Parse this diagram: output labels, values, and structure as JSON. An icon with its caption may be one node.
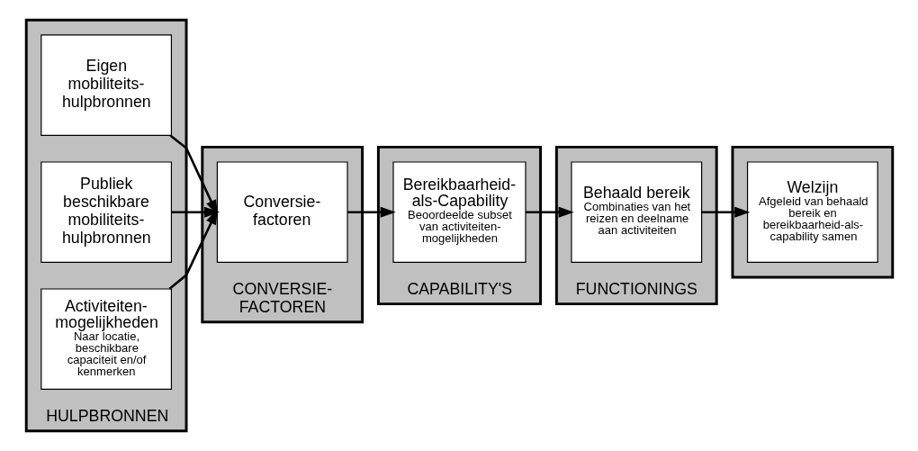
{
  "diagram": {
    "nodes": [
      {
        "text": [
          "HULPBRONNEN"
        ]
      },
      {
        "text": [
          "Eigen mobiliteits-hulpbronnen"
        ],
        "in": 0
      },
      {
        "text": [
          "Publiek beschikbare mobiliteits-hulpbronnen"
        ],
        "in": 0
      },
      {
        "text": [
          "Activiteiten-mogelijkheden",
          "Naar locatie, beschikbare capaciteit en/of kenmerken"
        ],
        "in": 0
      },
      {
        "text": [
          "CONVERSIE-FACTOREN"
        ]
      },
      {
        "text": [
          "Conversie-factoren"
        ],
        "in": 4
      },
      {
        "text": [
          "CAPABILITY'S"
        ]
      },
      {
        "text": [
          "Bereikbaarheid-als-Capability",
          "Beoordeelde subset van activiteiten-mogelijkheden"
        ],
        "in": 6
      },
      {
        "text": [
          "FUNCTIONINGS"
        ]
      },
      {
        "text": [
          "Behaald bereik",
          "Combinaties van het reizen en deelname aan activiteiten"
        ],
        "in": 8
      },
      {
        "text": [],
        "shape": "box"
      },
      {
        "text": [
          "Welzijn",
          "Afgeleid van behaald bereik en bereikbaarheid-als-capability samen"
        ],
        "in": 10
      }
    ],
    "edges": [
      {
        "from": 1,
        "to": 5,
        "arrow": "to"
      },
      {
        "from": 2,
        "to": 5,
        "arrow": "to"
      },
      {
        "from": 3,
        "to": 5,
        "arrow": "to"
      },
      {
        "from": 5,
        "to": 7,
        "arrow": "to"
      },
      {
        "from": 7,
        "to": 9,
        "arrow": "to"
      },
      {
        "from": 9,
        "to": 11,
        "arrow": "to"
      }
    ]
  }
}
